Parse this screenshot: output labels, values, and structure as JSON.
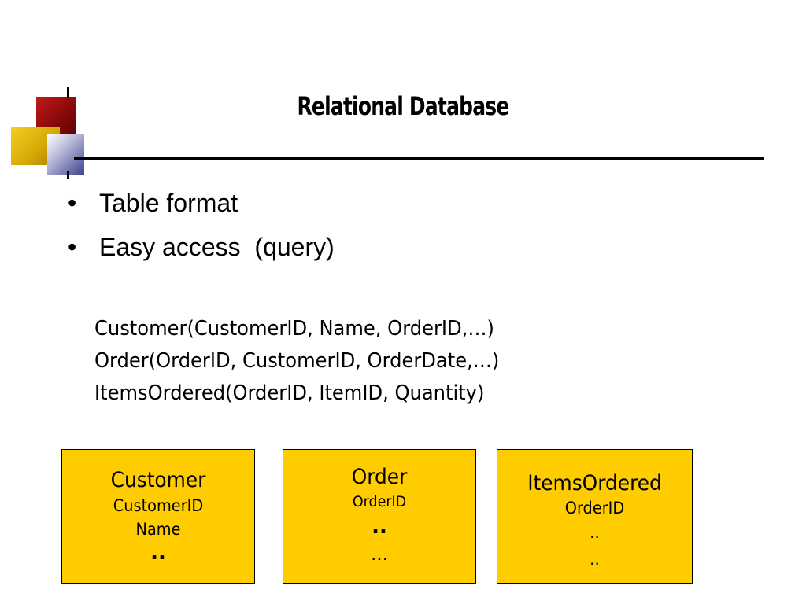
{
  "slide": {
    "title": "Relational Database",
    "bullets": [
      {
        "marker": "•",
        "text": "Table format"
      },
      {
        "marker": "•",
        "text": "Easy access  (query)"
      }
    ],
    "schema_lines": [
      "Customer(CustomerID, Name, OrderID,…)",
      "Order(OrderID, CustomerID, OrderDate,…)",
      "ItemsOrdered(OrderID, ItemID, Quantity)"
    ],
    "boxes": {
      "customer": {
        "name": "Customer",
        "fields": [
          "CustomerID",
          "Name"
        ],
        "dots": [
          ".."
        ]
      },
      "order": {
        "name": "Order",
        "fields": [
          "OrderID"
        ],
        "dots": [
          "..",
          "…"
        ]
      },
      "items": {
        "name": "ItemsOrdered",
        "fields": [
          "OrderID"
        ],
        "dots": [
          "..",
          ".."
        ]
      }
    }
  },
  "colors": {
    "box_fill": "#ffcc00",
    "square_red": "#8a0a0a",
    "square_yellow": "#d7a907",
    "square_blue": "#3f418f",
    "rule": "#000000"
  }
}
